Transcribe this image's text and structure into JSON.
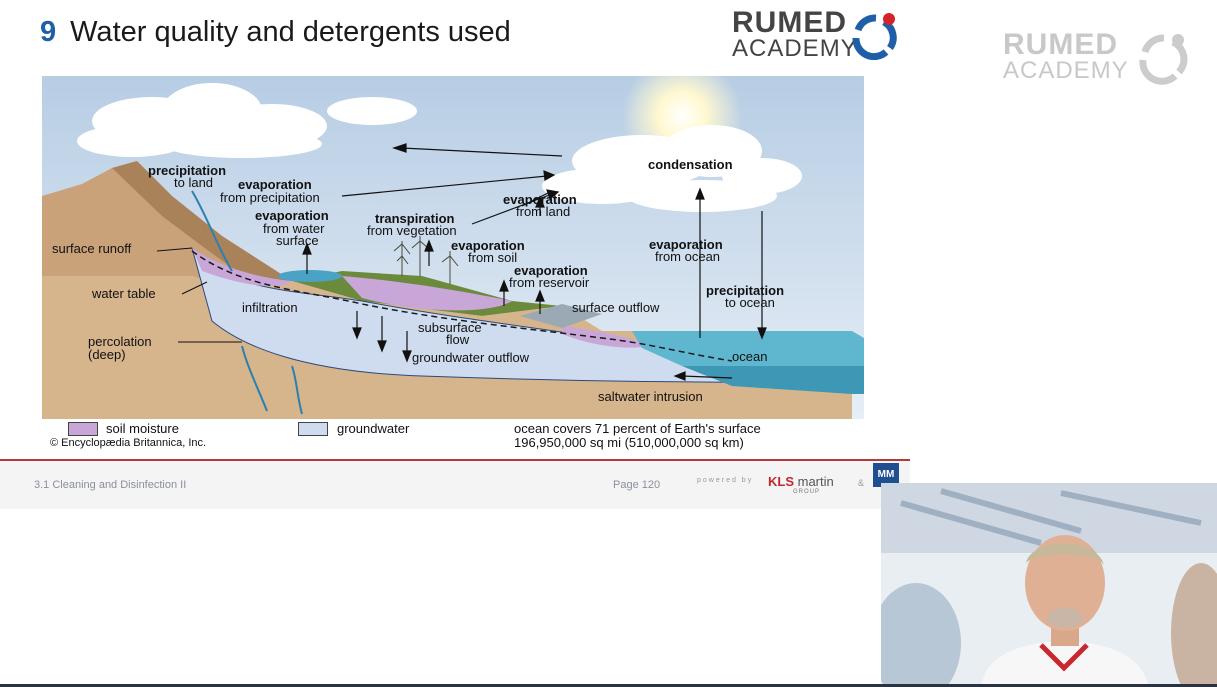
{
  "slide": {
    "number": "9",
    "title": "Water quality and detergents used"
  },
  "logo": {
    "line1": "RUMED",
    "line2": "ACADEMY"
  },
  "diagram": {
    "labels": {
      "precipitation_land_1": "precipitation",
      "precipitation_land_2": "to land",
      "evap_precip_1": "evaporation",
      "evap_precip_2": "from precipitation",
      "evap_water_1": "evaporation",
      "evap_water_2": "from water",
      "evap_water_3": "surface",
      "transpiration_1": "transpiration",
      "transpiration_2": "from vegetation",
      "evap_land_1": "evaporation",
      "evap_land_2": "from land",
      "evap_soil_1": "evaporation",
      "evap_soil_2": "from soil",
      "evap_reservoir_1": "evaporation",
      "evap_reservoir_2": "from reservoir",
      "condensation": "condensation",
      "evap_ocean_1": "evaporation",
      "evap_ocean_2": "from ocean",
      "precip_ocean_1": "precipitation",
      "precip_ocean_2": "to ocean",
      "surface_runoff": "surface runoff",
      "water_table": "water table",
      "infiltration": "infiltration",
      "percolation_1": "percolation",
      "percolation_2": "(deep)",
      "subsurface_1": "subsurface",
      "subsurface_2": "flow",
      "groundwater_outflow": "groundwater  outflow",
      "surface_outflow": "surface outflow",
      "ocean": "ocean",
      "saltwater_intrusion": "saltwater intrusion"
    },
    "legend": {
      "soil_moisture": "soil moisture",
      "groundwater": "groundwater",
      "ocean_note_1": "ocean covers 71 percent of Earth's surface",
      "ocean_note_2": "196,950,000 sq mi (510,000,000 sq km)",
      "copyright": "© Encyclopædia Britannica, Inc."
    },
    "colors": {
      "soil_moisture": "#c9a6d8",
      "groundwater": "#cfdcef",
      "ocean": "#5fb6cf",
      "sky": "#d8e6f3"
    }
  },
  "footer": {
    "section": "3.1  Cleaning and Disinfection II",
    "page": "Page 120",
    "powered_by": "powered by",
    "kls": "KLS",
    "martin": "martin",
    "group": "GROUP",
    "amp": "&",
    "mm": "MM"
  }
}
